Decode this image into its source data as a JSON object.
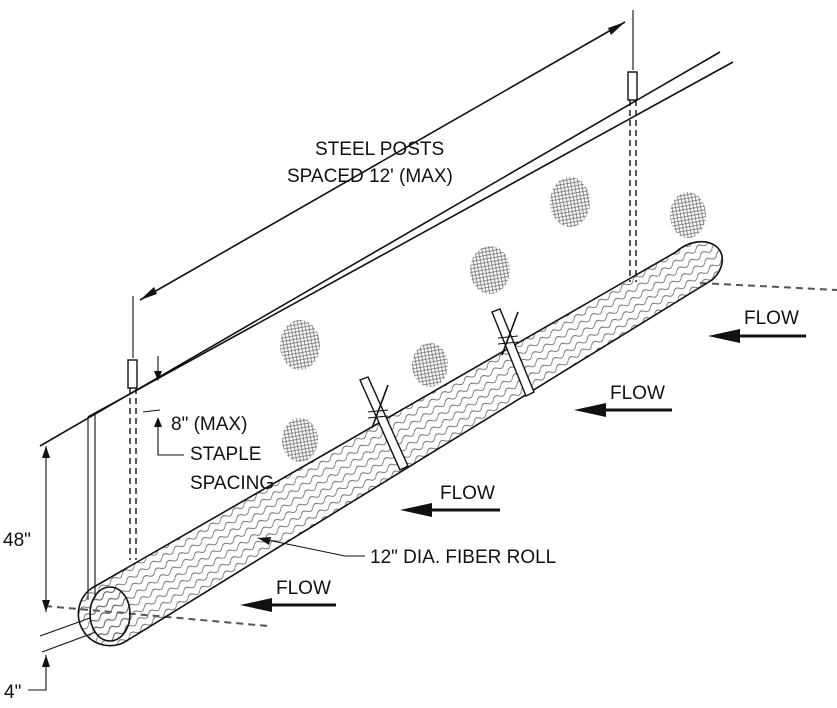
{
  "labels": {
    "post_spacing_line1": "STEEL POSTS",
    "post_spacing_line2": "SPACED 12' (MAX)",
    "staple_line1": "8\" (MAX)",
    "staple_line2": "STAPLE",
    "staple_line3": "SPACING",
    "height": "48\"",
    "embed": "4\"",
    "fiber_roll": "12\" DIA. FIBER ROLL",
    "flow": "FLOW"
  }
}
